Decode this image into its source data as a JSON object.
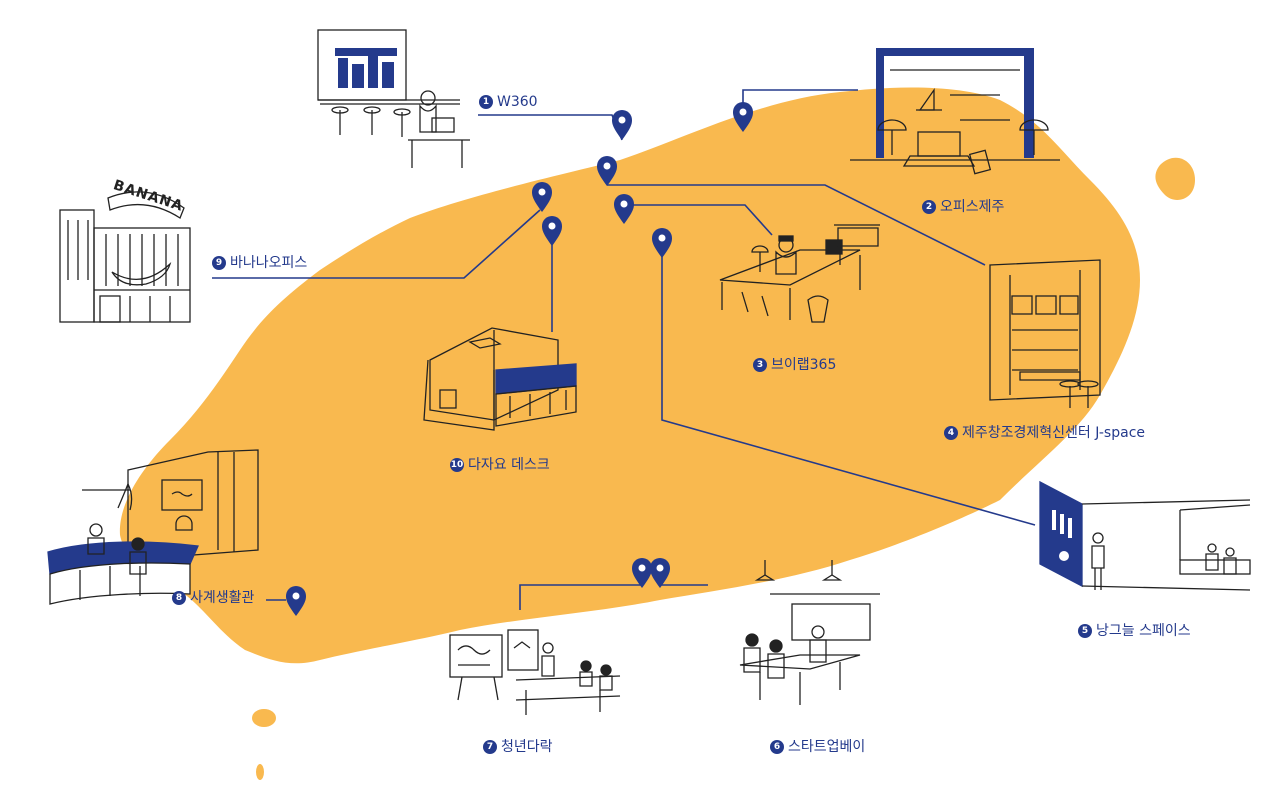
{
  "colors": {
    "island": "#f9b94f",
    "accent": "#243a8c",
    "ink": "#222222"
  },
  "locations": [
    {
      "number": "1",
      "name": "W360",
      "icon": "cafe-window-illustration"
    },
    {
      "number": "2",
      "name": "오피스제주",
      "icon": "ocean-view-office-illustration"
    },
    {
      "number": "3",
      "name": "브이랩365",
      "icon": "desk-workspace-illustration"
    },
    {
      "number": "4",
      "name": "제주창조경제혁신센터 J-space",
      "icon": "library-space-illustration"
    },
    {
      "number": "5",
      "name": "낭그늘 스페이스",
      "icon": "presentation-hall-illustration"
    },
    {
      "number": "6",
      "name": "스타트업베이",
      "icon": "meeting-room-illustration"
    },
    {
      "number": "7",
      "name": "청년다락",
      "icon": "classroom-illustration"
    },
    {
      "number": "8",
      "name": "사계생활관",
      "icon": "reception-hall-illustration"
    },
    {
      "number": "9",
      "name": "바나나오피스",
      "icon": "banana-building-illustration",
      "sign_text": "BANANA"
    },
    {
      "number": "10",
      "name": "다자요 데스크",
      "icon": "house-building-illustration"
    }
  ]
}
